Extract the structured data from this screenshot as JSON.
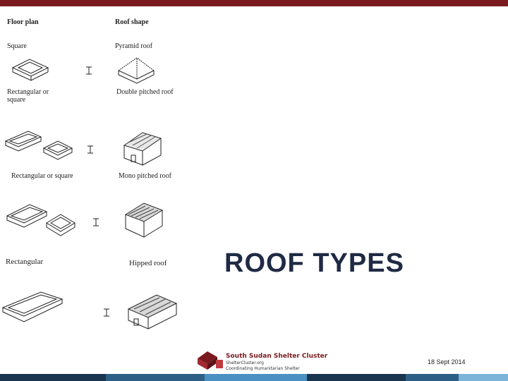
{
  "slide": {
    "title": "ROOF TYPES",
    "date": "18 Sept 2014"
  },
  "diagram": {
    "col_floor": "Floor plan",
    "col_roof": "Roof shape",
    "rows": [
      {
        "floor": "Square",
        "roof": "Pyramid roof"
      },
      {
        "floor": "Rectangular or square",
        "roof": "Double pitched roof"
      },
      {
        "floor": "Rectangular or square",
        "roof": "Mono pitched roof"
      },
      {
        "floor": "Rectangular",
        "roof": "Hipped roof"
      }
    ]
  },
  "organization": {
    "name": "South Sudan Shelter Cluster",
    "url": "ShelterCluster.org",
    "tagline": "Coordinating Humanitarian Shelter"
  },
  "colors": {
    "brand_red": "#7a1a1f",
    "title_navy": "#1f2a44",
    "bottom_segments": [
      "#1a3550",
      "#2d5f86",
      "#4a90c2",
      "#1a3550",
      "#2d5f86",
      "#7bb3d9"
    ]
  }
}
